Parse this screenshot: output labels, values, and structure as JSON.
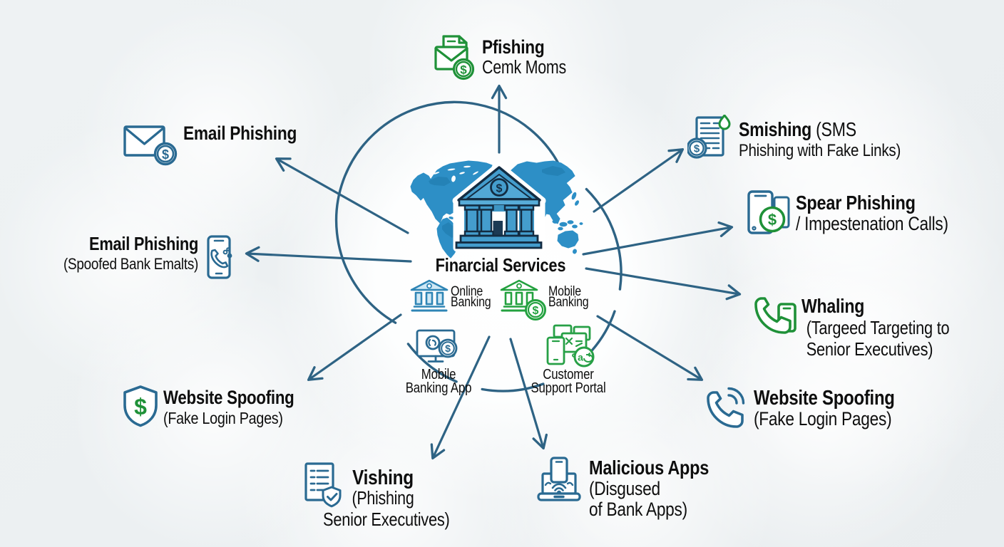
{
  "center": {
    "title": "Finarcial Services",
    "services": [
      {
        "line1": "Online",
        "line2": "Banking"
      },
      {
        "line1": "Mobile",
        "line2": "Banking"
      },
      {
        "line1": "Mobile",
        "line2": "Banking App"
      },
      {
        "line1": "Customer",
        "line2": "Support Portal"
      }
    ]
  },
  "threats": {
    "top_phishing": {
      "title": "Pfishing",
      "sub1": "Cemk Moms"
    },
    "email_upper_left": {
      "title": "Email Phishing"
    },
    "spoofed_email": {
      "title": "Email Phishing",
      "sub1": "(Spoofed Bank Emalts)"
    },
    "website_spoofing_left": {
      "title": "Website Spoofing",
      "sub1": "(Fake Login Pages)"
    },
    "vishing": {
      "title": "Vishing",
      "sub1": "(Phishing",
      "sub2": "Senior Executives)"
    },
    "malicious_apps": {
      "title": "Malicious Apps",
      "sub1": "(Disgused",
      "sub2": "of Bank Apps)"
    },
    "website_spoofing_right": {
      "title": "Website Spoofing",
      "sub1": "(Fake Login Pages)"
    },
    "whaling": {
      "title": "Whaling",
      "sub1": "(Targeed Targeting to",
      "sub2": "Senior Executives)"
    },
    "spear_phishing": {
      "title": "Spear Phishing",
      "sub1": "/ Impestenation Calls)"
    },
    "smishing": {
      "title_bold": "Smishing",
      "title_rest": " (SMS",
      "sub1": "Phishing with Fake Links)"
    }
  },
  "colors": {
    "line": "#2e6384",
    "blue_icon": "#2a6a92",
    "green_icon": "#1f9138",
    "map": "#2d8fc6",
    "bank_fill": "#449dcd",
    "bank_outline": "#132c42",
    "text": "#0e0e0e",
    "background": "#edf1f2"
  }
}
